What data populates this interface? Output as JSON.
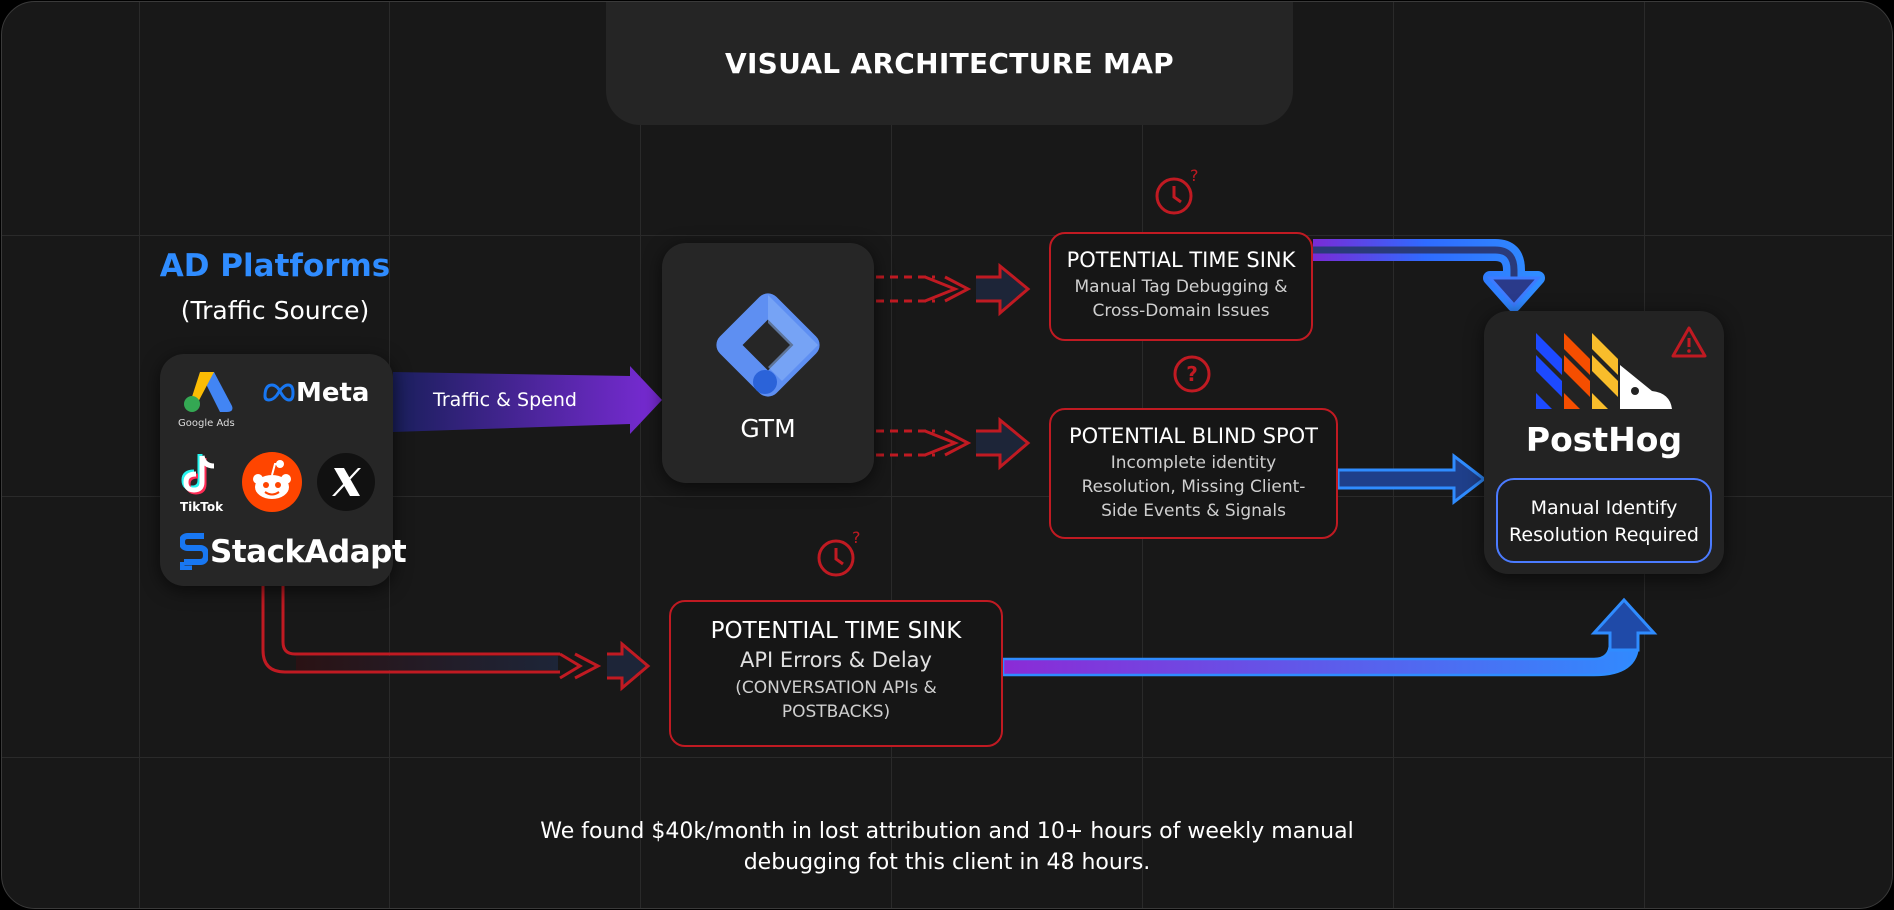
{
  "title": "VISUAL ARCHITECTURE MAP",
  "source": {
    "heading": "AD Platforms",
    "subheading": "(Traffic Source)",
    "platforms": [
      "Google Ads",
      "Meta",
      "TikTok",
      "StackAdapt"
    ]
  },
  "flow_label": "Traffic & Spend",
  "gtm": {
    "label": "GTM"
  },
  "time_sink_top": {
    "title": "POTENTIAL TIME SINK",
    "description_line1": "Manual Tag Debugging &",
    "description_line2": "Cross-Domain Issues"
  },
  "blind_spot": {
    "title": "POTENTIAL BLIND SPOT",
    "description_line1": "Incomplete identity",
    "description_line2": "Resolution, Missing Client-",
    "description_line3": "Side Events & Signals"
  },
  "time_sink_bottom": {
    "title": "POTENTIAL TIME SINK",
    "description": "API Errors & Delay",
    "detail_line1": "(CONVERSATION APIs &",
    "detail_line2": "POSTBACKS)"
  },
  "destination": {
    "name": "PostHog",
    "badge_line1": "Manual Identify",
    "badge_line2": "Resolution Required"
  },
  "footer": {
    "line1": "We found $40k/month in lost attribution and 10+ hours of weekly manual",
    "line2": "debugging fot this client in 48 hours."
  },
  "colors": {
    "accent_blue": "#2f8cff",
    "warning_red": "#c01a22",
    "purple": "#7a2bd6"
  }
}
